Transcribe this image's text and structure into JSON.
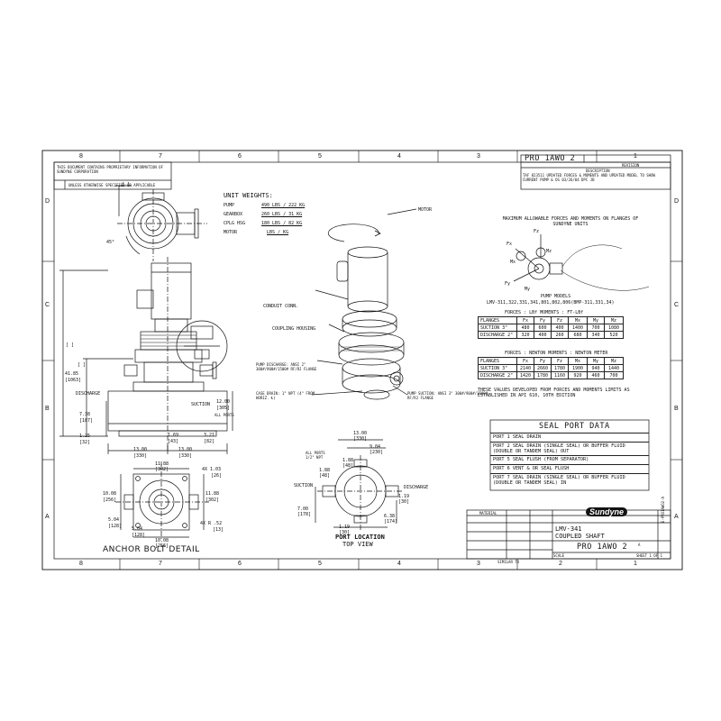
{
  "zones": {
    "columns": [
      "8",
      "7",
      "6",
      "5",
      "4",
      "3",
      "2",
      "1"
    ],
    "rows": [
      "D",
      "C",
      "B",
      "A"
    ]
  },
  "title_block": {
    "drawing_number": "PRO 1AWO 2",
    "title_line1": "LMV-341",
    "title_line2": "COUPLED SHAFT",
    "company": "Sundyne",
    "scale_label": "SCALE",
    "sheet_label": "SHEET 1 OF 1",
    "material_label": "MATERIAL",
    "similar_to_label": "SIMILAR TO",
    "rev_letter": "A",
    "side_code": "E-PRO1AWO2-A"
  },
  "revision": {
    "heading": "REVISION",
    "description_label": "DESCRIPTION",
    "text": "TAF 823511 UPDATED FORCES & MOMENTS AND UPDATED MODEL TO SHOW CURRENT PUMP & OS 03/26/04 DPC JB"
  },
  "notes": {
    "proprietary": "THIS DOCUMENT CONTAINS PROPRIETARY INFORMATION OF SUNDYNE CORPORATION",
    "unless": "UNLESS OTHERWISE SPECIFIED OR APPLICABLE"
  },
  "unit_weights": {
    "heading": "UNIT WEIGHTS:",
    "items": [
      {
        "label": "PUMP",
        "value": "490 LBS / 222 KG"
      },
      {
        "label": "GEARBOX",
        "value": "260 LBS / 31 KG"
      },
      {
        "label": "CPLG HSG",
        "value": "180 LBS / 82 KG"
      },
      {
        "label": "MOTOR",
        "value": "LBS / KG"
      }
    ]
  },
  "callouts": {
    "motor": "MOTOR",
    "conduit": "CONDUIT CONN.",
    "coupling": "COUPLING HOUSING",
    "pump_discharge": "PUMP DISCHARGE: ANSI 2\" 300#/900#/1500# RF/RJ FLANGE",
    "case_drain": "CASE DRAIN: 1\" NPT (4\" FROM HORIZ. ℄)",
    "pump_suction": "PUMP SUCTION: ANSI 3\" 300#/900#/1500# RF/RJ FLANGE"
  },
  "front_view": {
    "dim_height": "41.85",
    "dim_height_mm": "[1063]",
    "discharge": "DISCHARGE",
    "suction": "SUCTION",
    "dim_1": "7.38",
    "dim_1_mm": "[187]",
    "dim_2": "12.00",
    "dim_2_mm": "[305]",
    "all_ports": "ALL PORTS",
    "dim_3": "1.25",
    "dim_3_mm": "[32]",
    "dim_4": "1.69",
    "dim_4_mm": "[43]",
    "dim_5": "3.21",
    "dim_5_mm": "[82]",
    "dim_6": "13.00",
    "dim_6_mm": "[330]",
    "dim_7": "13.00",
    "dim_7_mm": "[330]",
    "bracket": "[ ]",
    "angle": "45°"
  },
  "anchor": {
    "title": "ANCHOR BOLT DETAIL",
    "d1": "11.88",
    "d1_mm": "[302]",
    "holes": "4X 1.03",
    "holes_mm": "[26]",
    "d2": "10.08",
    "d2_mm": "[256]",
    "d3": "11.88",
    "d3_mm": "[302]",
    "d4": "5.04",
    "d4_mm": "[128]",
    "d5": "5.04",
    "d5_mm": "[128]",
    "d6": "10.08",
    "d6_mm": "[256]",
    "radius": "4X R .52",
    "radius_mm": "[13]"
  },
  "port_location": {
    "title": "PORT LOCATION",
    "subtitle": "TOP VIEW",
    "all_ports": "ALL PORTS 1/2\" NPT",
    "suction": "SUCTION",
    "discharge": "DISCHARGE",
    "d1": "13.00",
    "d1_mm": "[330]",
    "d2": "9.04",
    "d2_mm": "[230]",
    "d3": "1.88",
    "d3_mm": "[48]",
    "d4": "1.88",
    "d4_mm": "[48]",
    "d5": "7.00",
    "d5_mm": "[178]",
    "d6": "1.19",
    "d6_mm": "[30]",
    "d7": "6.38",
    "d7_mm": "[174]",
    "d8": "1.19",
    "d8_mm": "[30]"
  },
  "forces": {
    "heading": "MAXIMUM ALLOWABLE FORCES AND MOMENTS ON FLANGES OF SUNDYNE UNITS",
    "models_heading": "PUMP MODELS",
    "models": "LMV-311,322,331,341,801,802,806(BMP-311,331,34)",
    "lbf_title": "FORCES : LBf          MOMENTS : FT-LBf",
    "newton_title": "FORCES : NEWTON       MOMENTS : NEWTON METER",
    "columns": [
      "FLANGES",
      "Fx",
      "Fy",
      "Fz",
      "Mx",
      "My",
      "Mz"
    ],
    "lbf_rows": [
      [
        "SUCTION 3\"",
        "480",
        "600",
        "400",
        "1400",
        "700",
        "1080"
      ],
      [
        "DISCHARGE 2\"",
        "320",
        "400",
        "260",
        "680",
        "340",
        "520"
      ]
    ],
    "newton_rows": [
      [
        "SUCTION 3\"",
        "2140",
        "2660",
        "1780",
        "1900",
        "940",
        "1440"
      ],
      [
        "DISCHARGE 2\"",
        "1420",
        "1780",
        "1160",
        "920",
        "460",
        "700"
      ]
    ],
    "note": "THESE VALUES DEVELOPED FROM FORCES AND MOMENTS LIMITS AS ESTABLISHED IN API 610, 10TH EDITION",
    "axis_fx": "Fx",
    "axis_fy": "Fy",
    "axis_fz": "Fz",
    "axis_mx": "Mx",
    "axis_my": "My",
    "axis_mz": "Mz"
  },
  "seal_port": {
    "title": "SEAL PORT DATA",
    "rows": [
      "PORT 1  SEAL DRAIN",
      "PORT 2  SEAL DRAIN (SINGLE SEAL) OR BUFFER FLUID (DOUBLE OR TANDEM SEAL) OUT",
      "PORT 5  SEAL FLUSH (FROM SEPARATOR)",
      "PORT 6  VENT & OR SEAL FLUSH",
      "PORT 7  SEAL DRAIN (SINGLE SEAL) OR BUFFER FLUID (DOUBLE OR TANDEM SEAL) IN"
    ]
  }
}
